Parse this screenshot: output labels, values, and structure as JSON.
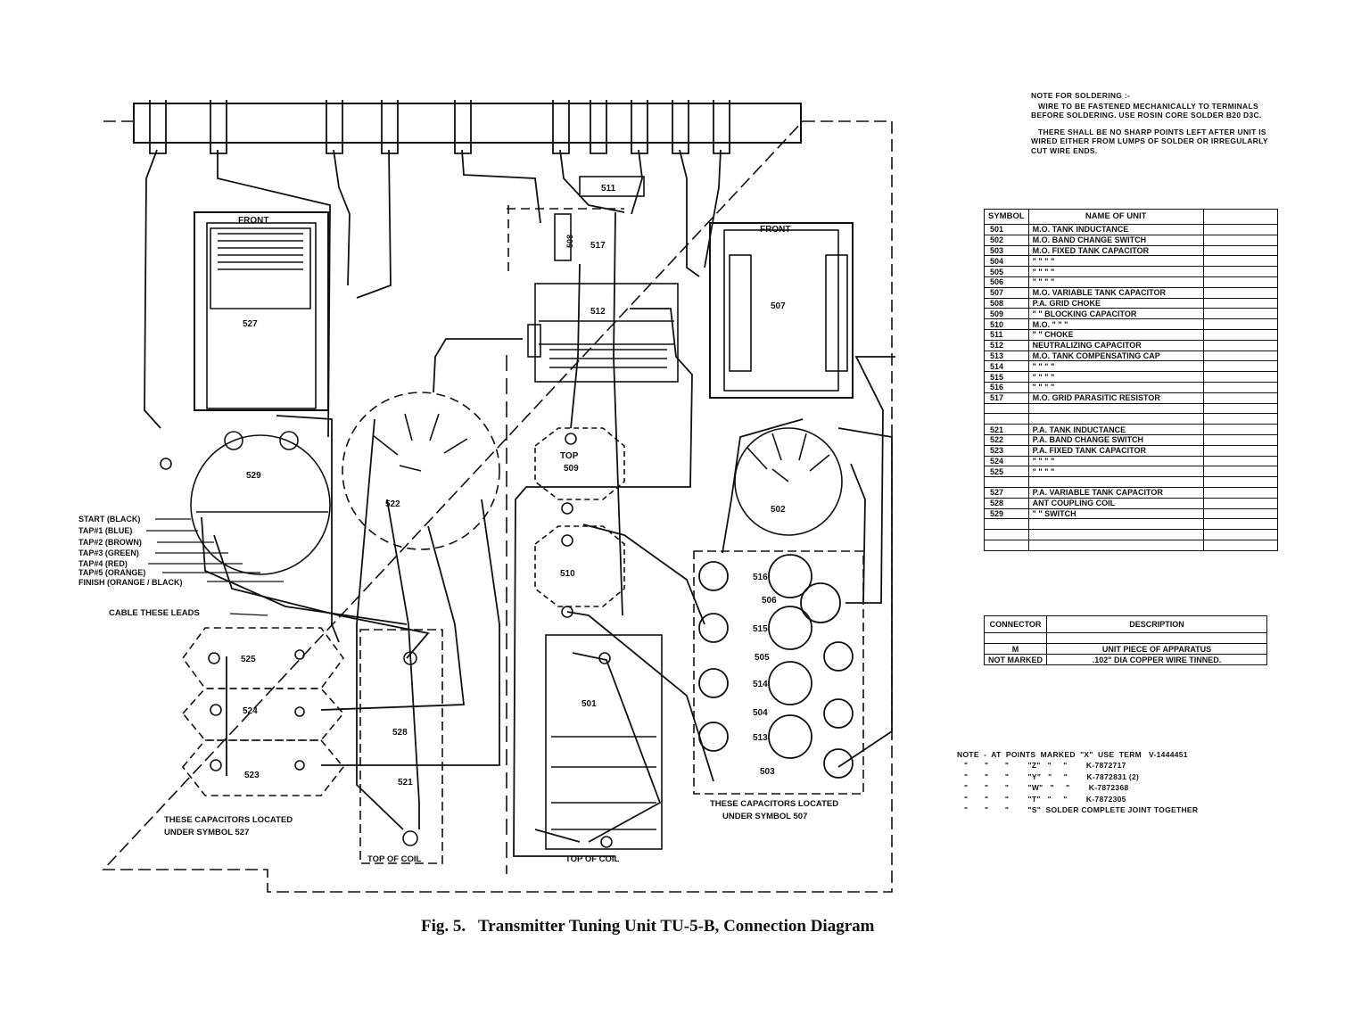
{
  "notes": {
    "heading": "NOTE FOR SOLDERING :-",
    "paragraph1": "WIRE TO BE FASTENED MECHANICALLY TO TERMINALS BEFORE SOLDERING. USE ROSIN CORE SOLDER B20 D3C.",
    "paragraph2": "THERE SHALL BE NO SHARP POINTS LEFT AFTER UNIT IS WIRED EITHER FROM LUMPS OF SOLDER OR IRREGULARLY CUT WIRE ENDS."
  },
  "unit_table": {
    "header_symbol": "SYMBOL",
    "header_name": "NAME OF UNIT",
    "rows": [
      {
        "symbol": "501",
        "name": "M.O. TANK INDUCTANCE"
      },
      {
        "symbol": "502",
        "name": "M.O. BAND CHANGE SWITCH"
      },
      {
        "symbol": "503",
        "name": "M.O. FIXED TANK CAPACITOR"
      },
      {
        "symbol": "504",
        "name": "\"      \"      \"      \""
      },
      {
        "symbol": "505",
        "name": "\"      \"      \"      \""
      },
      {
        "symbol": "506",
        "name": "\"      \"      \"      \""
      },
      {
        "symbol": "507",
        "name": "M.O. VARIABLE TANK CAPACITOR"
      },
      {
        "symbol": "508",
        "name": "P.A. GRID CHOKE"
      },
      {
        "symbol": "509",
        "name": "\"    \"   BLOCKING CAPACITOR"
      },
      {
        "symbol": "510",
        "name": "M.O.  \"      \"      \""
      },
      {
        "symbol": "511",
        "name": "\"    \"   CHOKE"
      },
      {
        "symbol": "512",
        "name": "NEUTRALIZING CAPACITOR"
      },
      {
        "symbol": "513",
        "name": "M.O. TANK COMPENSATING CAP"
      },
      {
        "symbol": "514",
        "name": "\"      \"      \"      \""
      },
      {
        "symbol": "515",
        "name": "\"      \"      \"      \""
      },
      {
        "symbol": "516",
        "name": "\"      \"      \"      \""
      },
      {
        "symbol": "517",
        "name": "M.O. GRID PARASITIC RESISTOR"
      },
      {
        "symbol": "",
        "name": ""
      },
      {
        "symbol": "",
        "name": ""
      },
      {
        "symbol": "521",
        "name": "P.A. TANK INDUCTANCE"
      },
      {
        "symbol": "522",
        "name": "P.A. BAND CHANGE SWITCH"
      },
      {
        "symbol": "523",
        "name": "P.A. FIXED TANK CAPACITOR"
      },
      {
        "symbol": "524",
        "name": "\"      \"      \"      \""
      },
      {
        "symbol": "525",
        "name": "\"      \"      \"      \""
      },
      {
        "symbol": "",
        "name": ""
      },
      {
        "symbol": "527",
        "name": "P.A. VARIABLE TANK CAPACITOR"
      },
      {
        "symbol": "528",
        "name": "ANT COUPLING COIL"
      },
      {
        "symbol": "529",
        "name": "\"      \"     SWITCH"
      },
      {
        "symbol": "",
        "name": ""
      },
      {
        "symbol": "",
        "name": ""
      },
      {
        "symbol": "",
        "name": ""
      }
    ]
  },
  "connector_table": {
    "header_connector": "CONNECTOR",
    "header_description": "DESCRIPTION",
    "rows": [
      {
        "connector": "",
        "description": ""
      },
      {
        "connector": "M",
        "description": "UNIT PIECE OF APPARATUS"
      },
      {
        "connector": "NOT MARKED",
        "description": ".102\" DIA COPPER WIRE TINNED."
      }
    ]
  },
  "terminal_note": {
    "rows": [
      "NOTE  -  AT  POINTS  MARKED  \"X\"  USE  TERM   V-1444451",
      "   \"       \"       \"        \"Z\"   \"     \"        K-7872717",
      "   \"       \"       \"        \"Y\"   \"     \"        K-7872831 (2)",
      "   \"       \"       \"        \"W\"   \"     \"        K-7872368",
      "   \"       \"       \"        \"T\"   \"     \"        K-7872305",
      "   \"       \"       \"        \"S\"  SOLDER COMPLETE JOINT TOGETHER"
    ]
  },
  "diagram": {
    "front_left": "FRONT",
    "front_right": "FRONT",
    "top_509": "TOP",
    "top_of_coil": "TOP OF COIL",
    "cable_leads": "CABLE THESE LEADS",
    "caps_527": "THESE CAPACITORS LOCATED",
    "caps_527b": "UNDER SYMBOL 527",
    "caps_507": "THESE CAPACITORS LOCATED",
    "caps_507b": "UNDER SYMBOL 507",
    "leads": [
      "START (BLACK)",
      "TAP#1 (BLUE)",
      "TAP#2 (BROWN)",
      "TAP#3 (GREEN)",
      "TAP#4 (RED)",
      "TAP#5 (ORANGE)",
      "FINISH (ORANGE / BLACK)"
    ],
    "symbols": {
      "s501": "501",
      "s502": "502",
      "s503": "503",
      "s504": "504",
      "s505": "505",
      "s506": "506",
      "s507": "507",
      "s508": "508",
      "s509": "509",
      "s510": "510",
      "s511": "511",
      "s512": "512",
      "s513": "513",
      "s514": "514",
      "s515": "515",
      "s516": "516",
      "s517": "517",
      "s521": "521",
      "s522": "522",
      "s523": "523",
      "s524": "524",
      "s525": "525",
      "s527": "527",
      "s528": "528",
      "s529": "529"
    }
  },
  "caption": "Fig. 5.   Transmitter Tuning Unit TU-5-B, Connection Diagram"
}
